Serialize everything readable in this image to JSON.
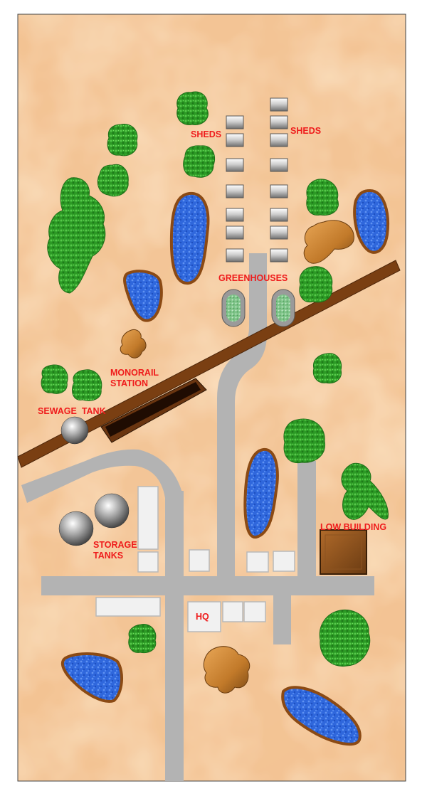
{
  "labels": {
    "sheds_left": "SHEDS",
    "sheds_right": "SHEDS",
    "greenhouses": "GREENHOUSES",
    "monorail_station_line1": "MONORAIL",
    "monorail_station_line2": "STATION",
    "sewage_tank": "SEWAGE  TANK",
    "storage_tanks_line1": "STORAGE",
    "storage_tanks_line2": "TANKS",
    "low_building": "LOW BUILDING",
    "hq": "HQ"
  },
  "colors": {
    "ground": "#f4c89a",
    "road": "#b3b3b3",
    "monorail": "#7a3f12",
    "water": "#2a62d6",
    "shore": "#8b4a14",
    "tree": "#2e9e26",
    "rock": "#c9802c",
    "label": "#ef1c1c"
  }
}
